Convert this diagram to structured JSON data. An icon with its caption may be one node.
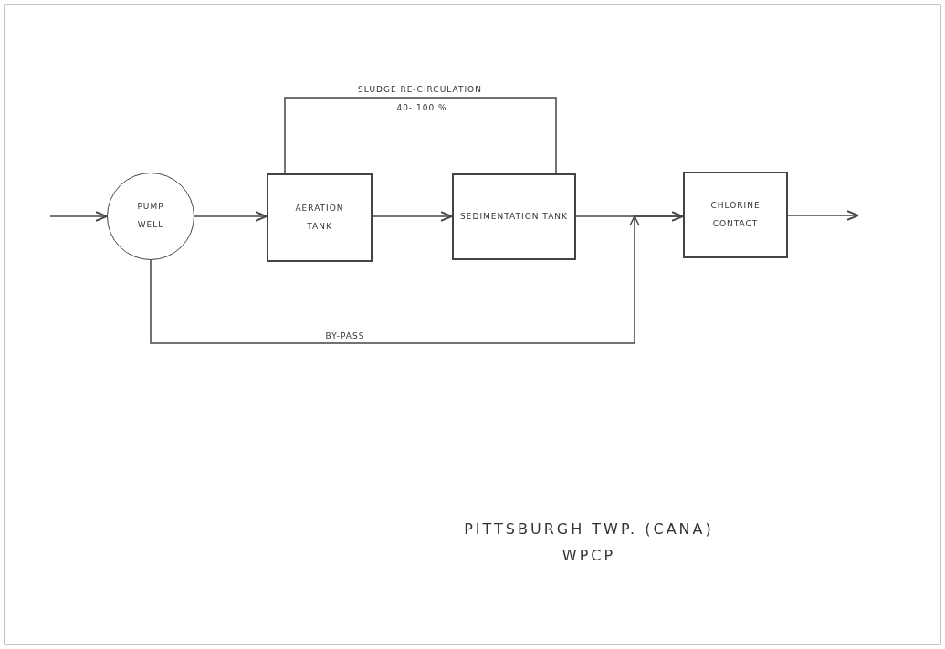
{
  "diagram": {
    "title": "PITTSBURGH TWP. (CANA) WPCP",
    "nodes": [
      {
        "text": [
          "PUMP WELL"
        ]
      },
      {
        "text": [
          "AERATION TANK"
        ]
      },
      {
        "text": [
          "SEDIMENTATION TANK"
        ]
      },
      {
        "text": [
          "CHLORINE CONTACT"
        ]
      }
    ],
    "edges": [
      {
        "from": null,
        "to": 0,
        "arrow": "to"
      },
      {
        "from": 0,
        "to": 1,
        "arrow": "to"
      },
      {
        "from": 1,
        "to": 2,
        "arrow": "to"
      },
      {
        "from": 2,
        "to": 3,
        "arrow": "to"
      },
      {
        "from": 3,
        "to": null,
        "arrow": "to"
      },
      {
        "from": 2,
        "to": 1,
        "arrow": "none",
        "label": "SLUDGE RE-CIRCULATION"
      },
      {
        "from": 0,
        "to": 3,
        "arrow": "to",
        "label": "BY-PASS"
      }
    ],
    "labels": [
      "40- 100 %"
    ]
  }
}
